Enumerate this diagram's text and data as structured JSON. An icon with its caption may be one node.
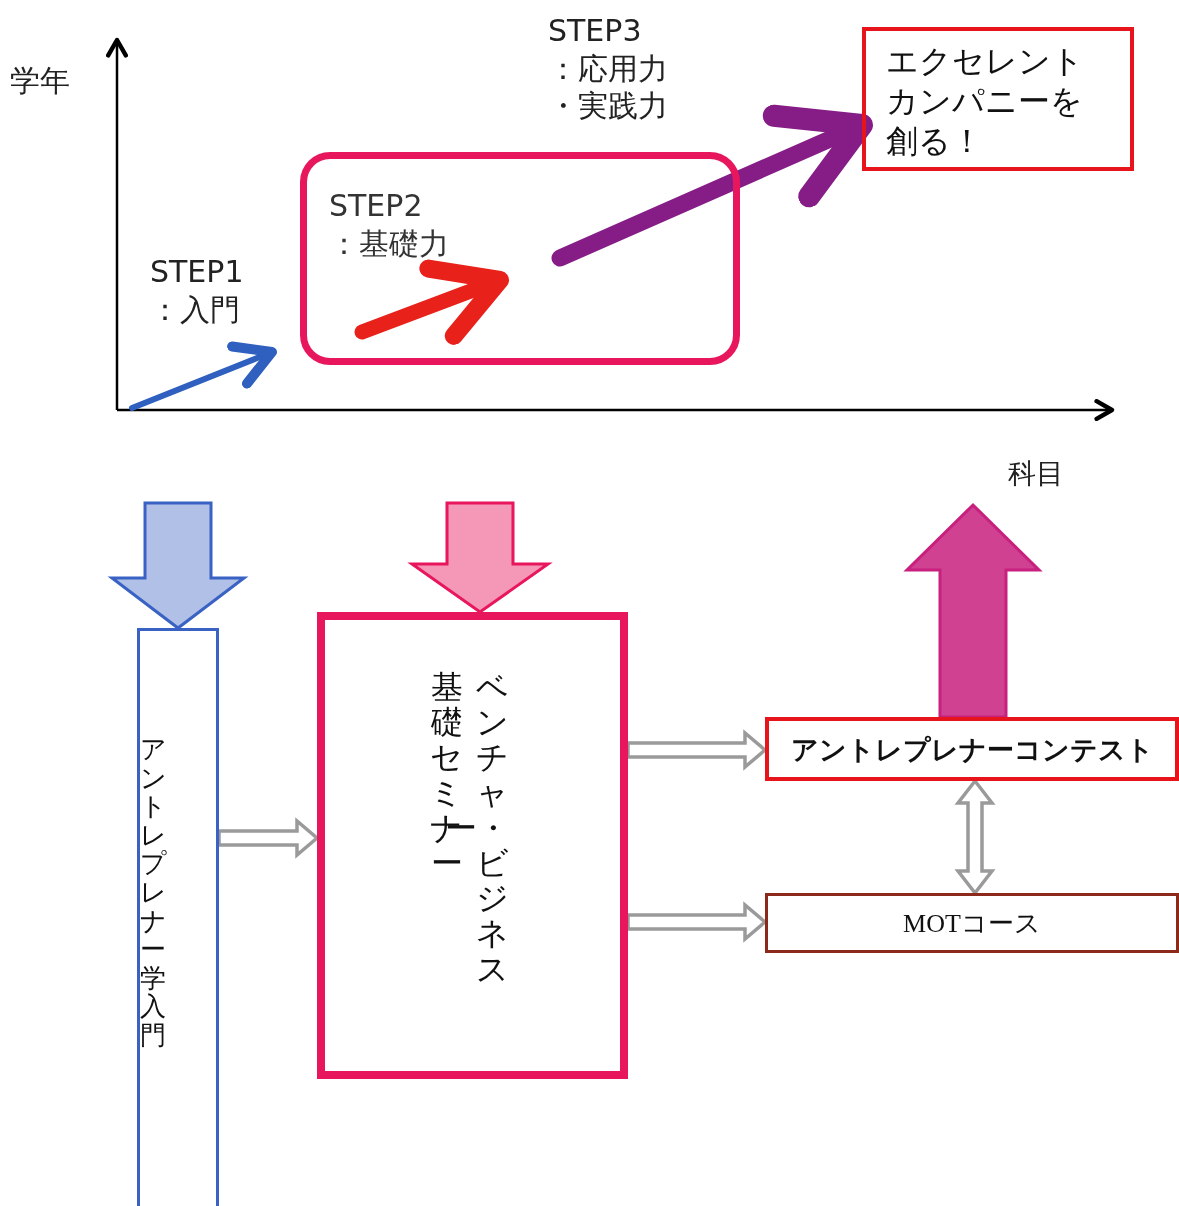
{
  "diagram": {
    "nodes": [
      {
        "text": [
          "STEP2 ：基礎力"
        ]
      },
      {
        "text": [
          "エクセレントカンパニーを創る！"
        ]
      },
      {
        "text": [
          "アントレプレナー学入門"
        ]
      },
      {
        "text": [
          "ベンチャー・ビジネス基礎セミナー"
        ]
      },
      {
        "text": [
          "アントレプレナーコンテスト"
        ]
      },
      {
        "text": [
          "MOTコース"
        ]
      }
    ],
    "edges": [
      {
        "from": 2,
        "to": 3,
        "arrow": "to"
      },
      {
        "from": 3,
        "to": 4,
        "arrow": "to"
      },
      {
        "from": 3,
        "to": 5,
        "arrow": "to"
      },
      {
        "from": 4,
        "to": 5,
        "arrow": "both"
      },
      {
        "from": null,
        "to": 2,
        "arrow": "to",
        "style": "thick",
        "color": "#3a62c4"
      },
      {
        "from": null,
        "to": 3,
        "arrow": "to",
        "style": "thick",
        "color": "#e8175d"
      },
      {
        "from": 4,
        "to": null,
        "arrow": "to",
        "style": "thick",
        "color": "#c8207e"
      },
      {
        "from": 0,
        "to": 1,
        "arrow": "to",
        "color": "#861d86"
      }
    ],
    "labels": [
      "STEP3 ：応用力・実践力",
      "学年",
      "STEP1 ：入門",
      "科目"
    ]
  }
}
